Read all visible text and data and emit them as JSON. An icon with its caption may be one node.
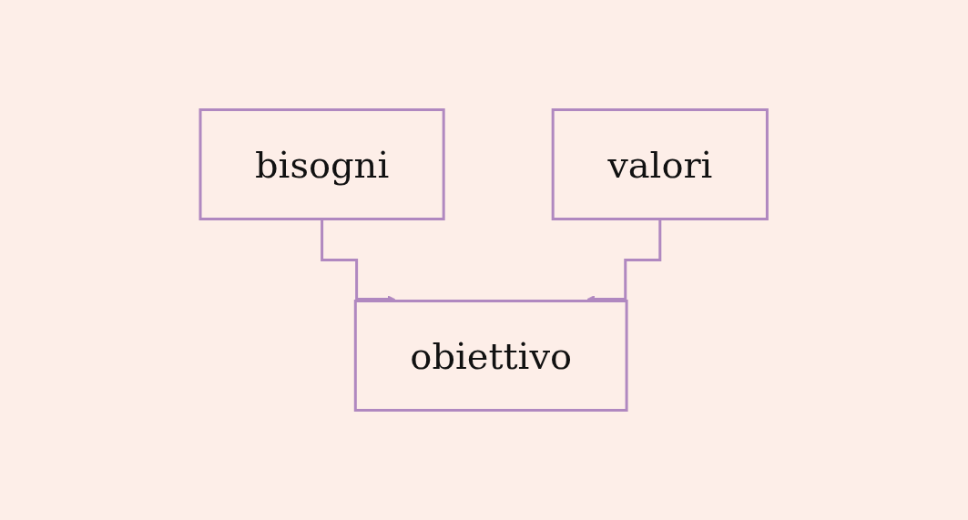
{
  "diagram": {
    "nodes": [
      {
        "text": [
          "bisogni"
        ]
      },
      {
        "text": [
          "valori"
        ]
      },
      {
        "text": [
          "obiettivo"
        ]
      }
    ],
    "edges": [
      {
        "from": 0,
        "to": 2,
        "arrow": "to"
      },
      {
        "from": 1,
        "to": 2,
        "arrow": "to"
      }
    ]
  }
}
